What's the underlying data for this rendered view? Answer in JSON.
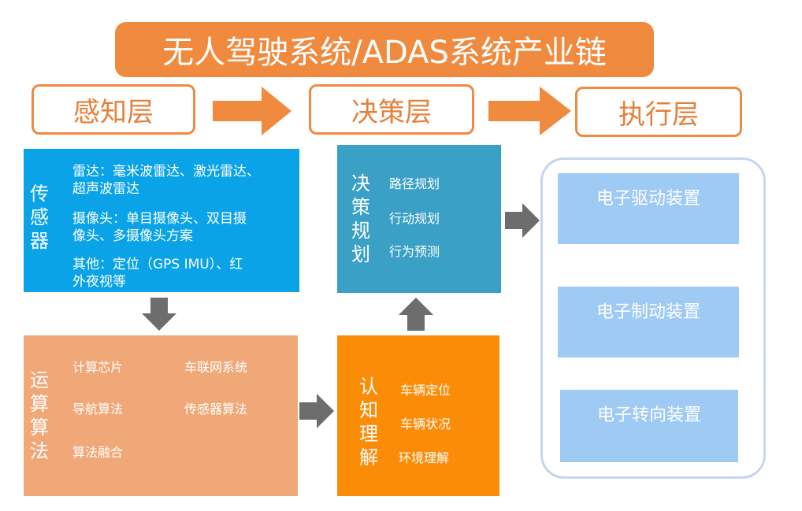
{
  "title": "无人驾驶系统/ADAS系统产业链",
  "layers": [
    {
      "label": "感知层"
    },
    {
      "label": "决策层"
    },
    {
      "label": "执行层"
    }
  ],
  "sensor": {
    "heading": [
      "传",
      "感",
      "器"
    ],
    "items": [
      {
        "line1": "雷达：毫米波雷达、激光雷达、",
        "line2": "超声波雷达"
      },
      {
        "line1": "摄像头：单目摄像头、双目摄",
        "line2": "像头、多摄像头方案"
      },
      {
        "line1": "其他：定位（GPS IMU）、红",
        "line2": "外夜视等"
      }
    ]
  },
  "compute": {
    "heading": [
      "运",
      "算",
      "算",
      "法"
    ],
    "items": [
      "计算芯片",
      "车联网系统",
      "导航算法",
      "传感器算法",
      "算法融合"
    ]
  },
  "decision": {
    "heading": [
      "决",
      "策",
      "规",
      "划"
    ],
    "items": [
      "路径规划",
      "行动规划",
      "行为预测"
    ]
  },
  "cognition": {
    "heading": [
      "认",
      "知",
      "理",
      "解"
    ],
    "items": [
      "车辆定位",
      "车辆状况",
      "环境理解"
    ]
  },
  "execution": {
    "items": [
      "电子驱动装置",
      "电子制动装置",
      "电子转向装置"
    ]
  },
  "colors": {
    "orange": "#f08a3e",
    "sensor_blue": "#0aa3e8",
    "decision_teal": "#3aa0c6",
    "compute_peach": "#f0a878",
    "cognition_orange": "#fb8c08",
    "exec_blue": "#9fcaf3",
    "arrow_gray": "#6d6d6d"
  }
}
